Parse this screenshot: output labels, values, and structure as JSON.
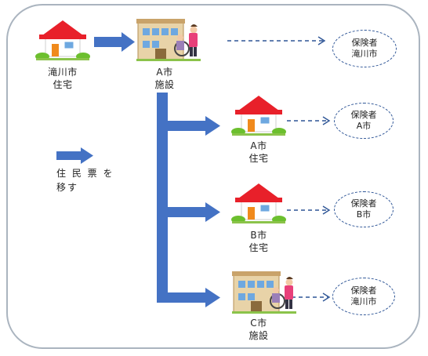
{
  "colors": {
    "arrow": "#4472c4",
    "dashed": "#2e5596",
    "roof": "#e8202a",
    "house_wall": "#ffffff",
    "door": "#f08a1c",
    "window": "#6ea8e0",
    "facility": "#e8d3a8",
    "bush": "#6cbf2e"
  },
  "places": [
    {
      "line1": "滝川市",
      "line2": "住宅",
      "icon": "house-icon"
    },
    {
      "line1": "A市",
      "line2": "施設",
      "icon": "facility-with-caregiver-icon"
    },
    {
      "line1": "A市",
      "line2": "住宅",
      "icon": "house-icon"
    },
    {
      "line1": "B市",
      "line2": "住宅",
      "icon": "house-icon"
    },
    {
      "line1": "C市",
      "line2": "施設",
      "icon": "facility-with-caregiver-icon"
    }
  ],
  "insurers": [
    {
      "line1": "保険者",
      "line2": "滝川市"
    },
    {
      "line1": "保険者",
      "line2": "A市"
    },
    {
      "line1": "保険者",
      "line2": "B市"
    },
    {
      "line1": "保険者",
      "line2": "滝川市"
    }
  ],
  "legend": {
    "line1": "住 民 票 を",
    "line2": "移す"
  }
}
